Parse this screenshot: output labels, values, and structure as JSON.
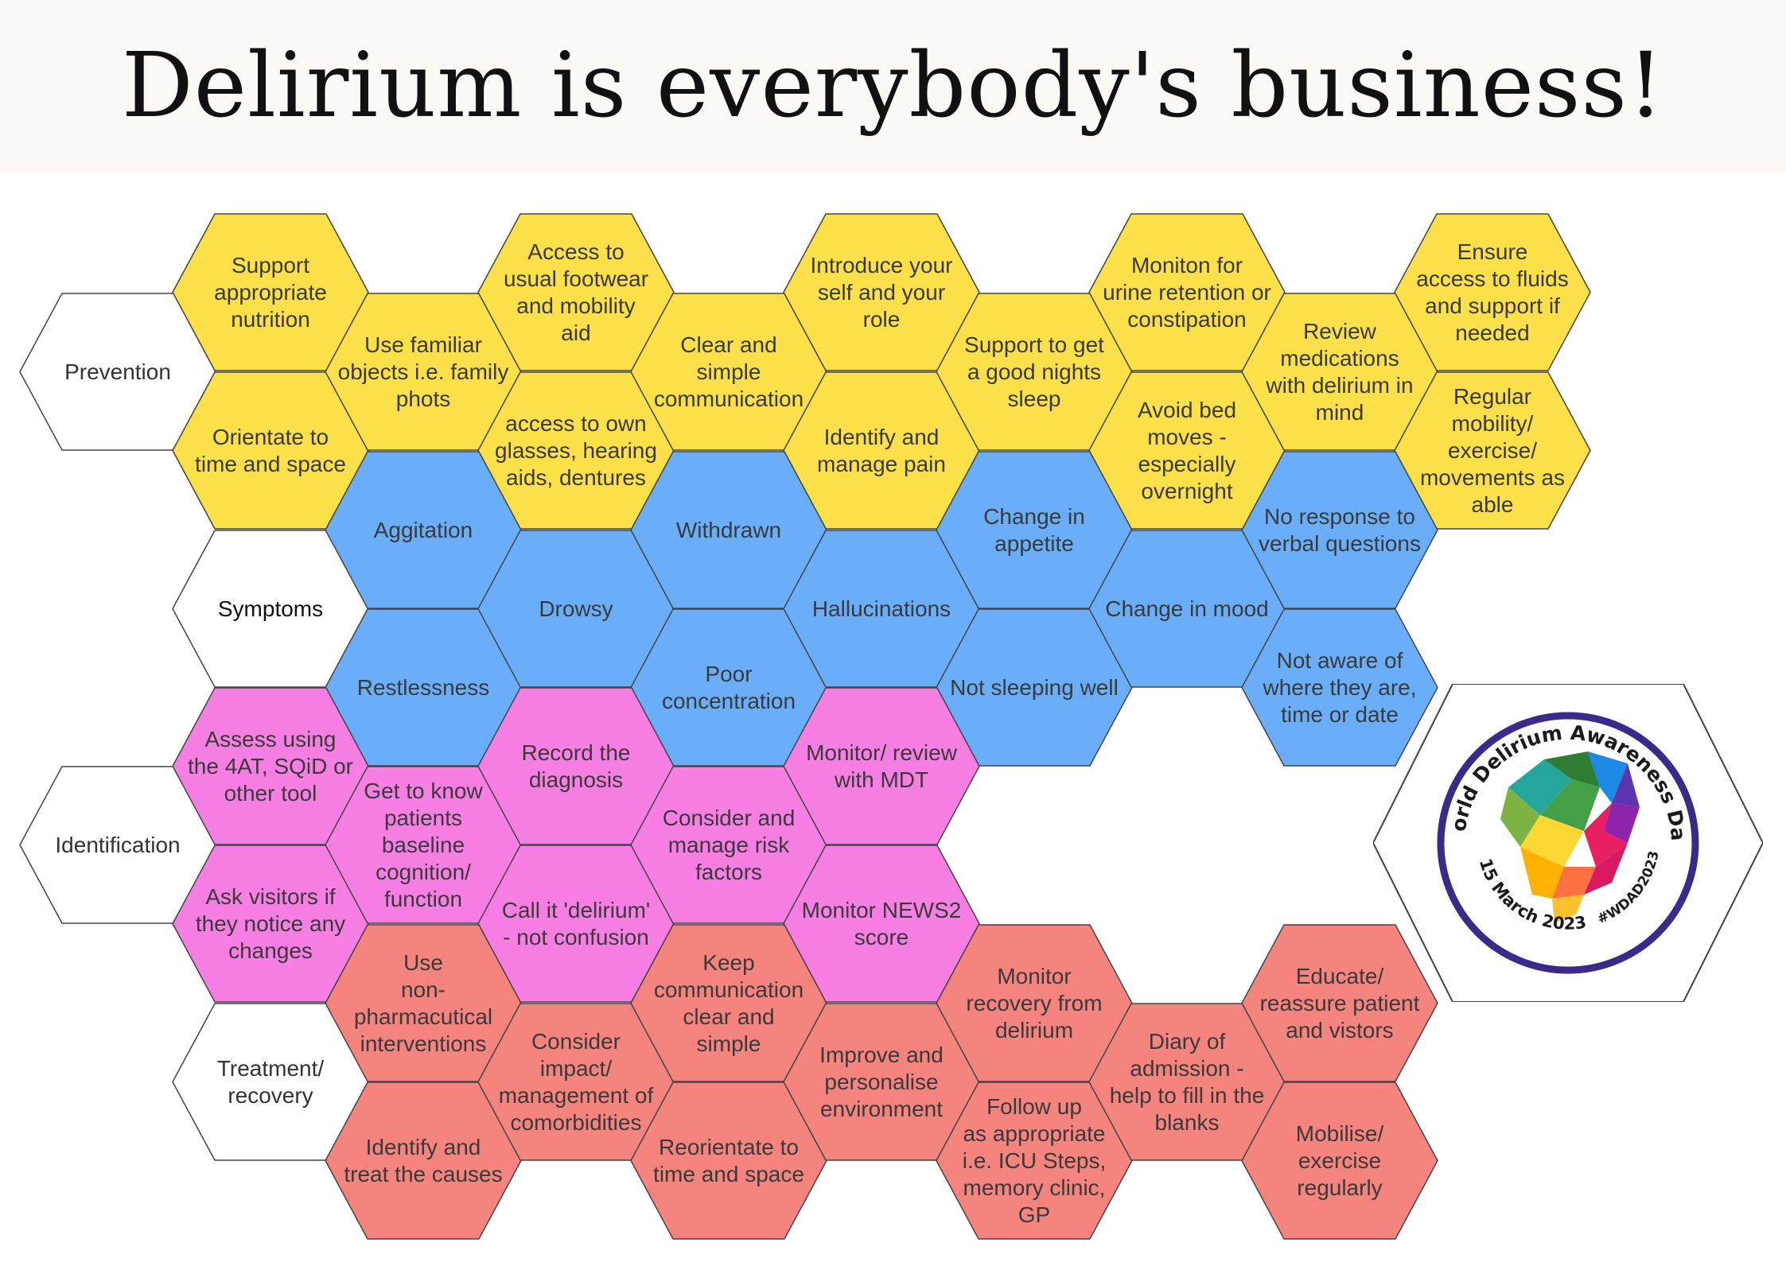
{
  "title": "Delirium is everybody's business!",
  "colors": {
    "prevention": "#fbe04a",
    "symptoms": "#6aaefa",
    "identification": "#f77fe3",
    "treatment": "#f4847d",
    "category": "#ffffff",
    "outline": "#444444"
  },
  "categories": {
    "prevention": "Prevention",
    "symptoms": "Symptoms",
    "identification": "Identification",
    "treatment": "Treatment/\nrecovery"
  },
  "prevention": [
    "Support\nappropriate\nnutrition",
    "Orientate to\ntime and space",
    "Use familiar\nobjects i.e. family\nphots",
    "Access to\nusual footwear\nand mobility\naid",
    "access to own\nglasses, hearing\naids, dentures",
    "Clear and\nsimple\ncommunication",
    "Introduce your\nself and your\nrole",
    "Identify and\nmanage pain",
    "Support to get\na good nights\nsleep",
    "Moniton for\nurine retention or\nconstipation",
    "Avoid bed\nmoves -\nespecially\novernight",
    "Review\nmedications\nwith delirium in\nmind",
    "Ensure\naccess to fluids\nand support if\nneeded",
    "Regular\nmobility/\nexercise/\nmovements as\nable"
  ],
  "symptoms": [
    "Aggitation",
    "Restlessness",
    "Drowsy",
    "Withdrawn",
    "Poor\nconcentration",
    "Hallucinations",
    "Change in\nappetite",
    "Not sleeping well",
    "Change in mood",
    "No response to\nverbal questions",
    "Not aware of\nwhere they are,\ntime or date"
  ],
  "identification": [
    "Assess using\nthe 4AT, SQiD or\nother tool",
    "Ask visitors if\nthey notice any\nchanges",
    "Get to know\npatients\nbaseline\ncognition/\nfunction",
    "Record the\ndiagnosis",
    "Call it 'delirium'\n- not confusion",
    "Consider and\nmanage risk\nfactors",
    "Monitor/ review\nwith MDT",
    "Monitor NEWS2\nscore"
  ],
  "treatment": [
    "Use\nnon-pharmacutical\ninterventions",
    "Identify and\ntreat the causes",
    "Consider\nimpact/\nmanagement of\ncomorbidities",
    "Keep\ncommunication\nclear and\nsimple",
    "Reorientate to\ntime and space",
    "Improve and\npersonalise\nenvironment",
    "Monitor\nrecovery from\ndelirium",
    "Follow up\nas appropriate\ni.e. ICU Steps,\nmemory clinic,\nGP",
    "Diary of\nadmission -\nhelp to fill in the\nblanks",
    "Educate/\nreassure patient\nand vistors",
    "Mobilise/\nexercise\nregularly"
  ],
  "logo": {
    "ring_text": "World Delirium Awareness Day",
    "date": "15 March 2023",
    "hashtag": "#WDAD2023",
    "ring_color": "#3b2a8a"
  }
}
